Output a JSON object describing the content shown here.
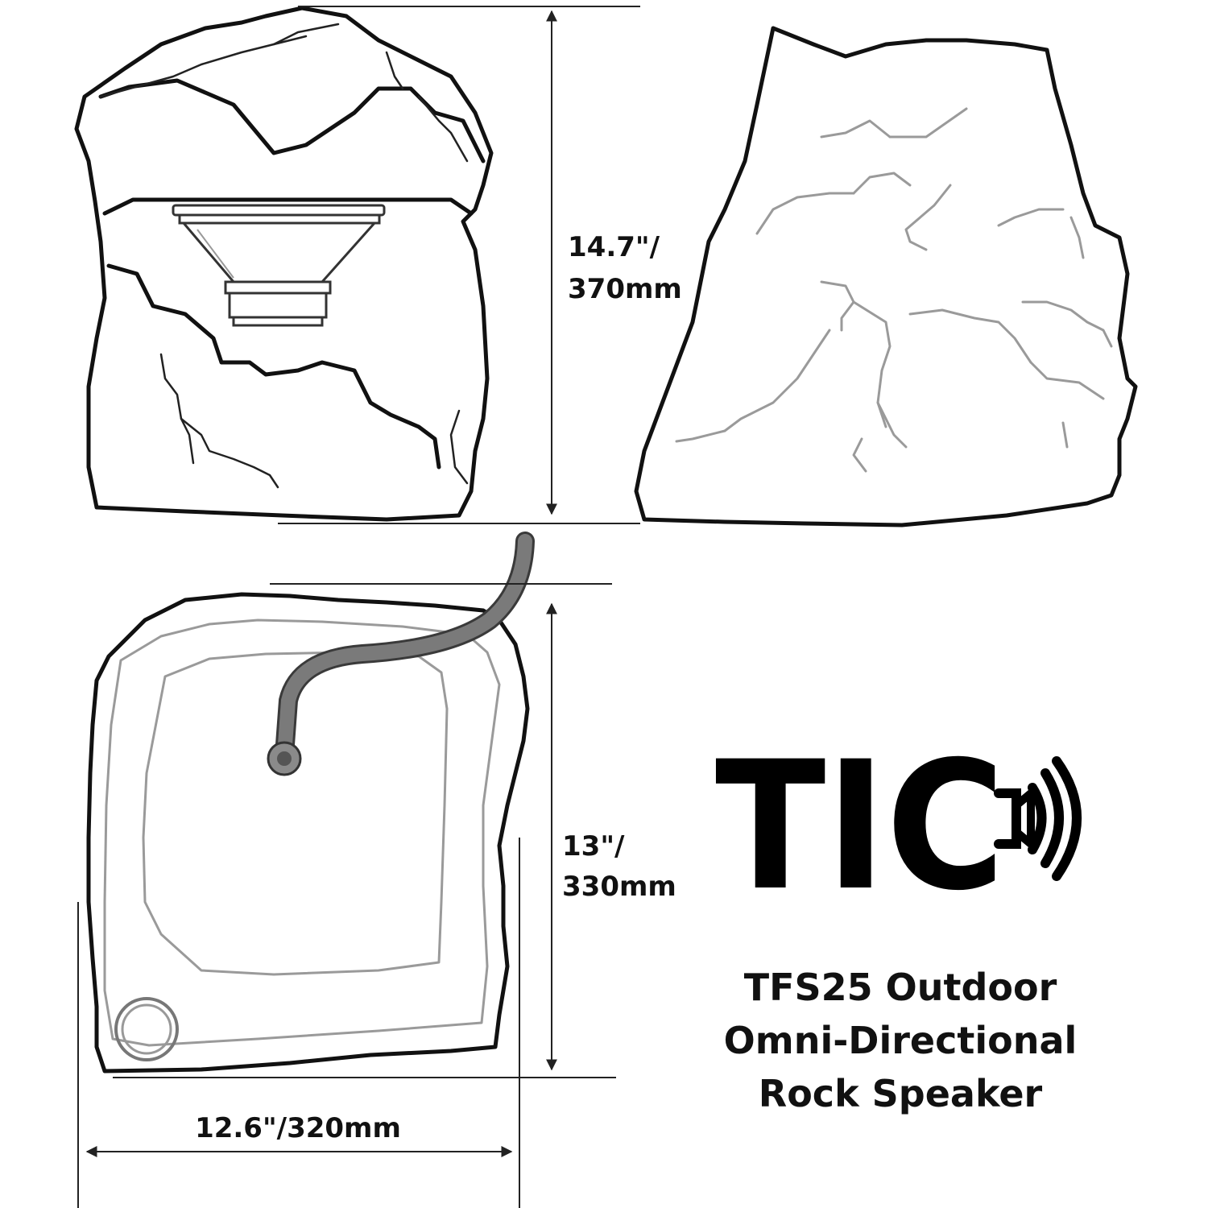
{
  "dimensions": {
    "height": [
      "14.7\"/",
      "370mm"
    ],
    "depth": [
      "13\"/",
      "330mm"
    ],
    "width": "12.6\"/320mm"
  },
  "logo": {
    "text": "TIC",
    "icon": "speaker-sound-icon"
  },
  "product": {
    "title_lines": [
      "TFS25 Outdoor",
      "Omni-Directional",
      "Rock Speaker"
    ]
  },
  "colors": {
    "ink": "#111111",
    "grey_outline": "#9a9a9a",
    "cable": "#7a7a7a"
  }
}
